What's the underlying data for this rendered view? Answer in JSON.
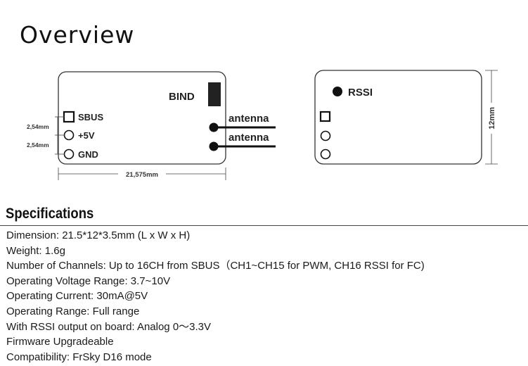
{
  "overview": {
    "title": "Overview"
  },
  "left_board": {
    "bind_label": "BIND",
    "pins": [
      "SBUS",
      "+5V",
      "GND"
    ],
    "antenna_labels": [
      "antenna",
      "antenna"
    ],
    "pitch_labels": [
      "2,54mm",
      "2,54mm"
    ],
    "width_label": "21,575mm"
  },
  "right_board": {
    "rssi_label": "RSSI",
    "height_label": "12mm"
  },
  "specifications": {
    "title": "Specifications",
    "items": [
      "Dimension: 21.5*12*3.5mm (L x W x H)",
      "Weight: 1.6g",
      "Number of Channels: Up to 16CH from SBUS（CH1~CH15 for PWM, CH16 RSSI for FC)",
      "Operating Voltage Range: 3.7~10V",
      "Operating Current: 30mA@5V",
      "Operating Range: Full range",
      "With RSSI output on board: Analog 0～3.3V",
      "Firmware Upgradeable",
      "Compatibility: FrSky D16 mode"
    ]
  }
}
